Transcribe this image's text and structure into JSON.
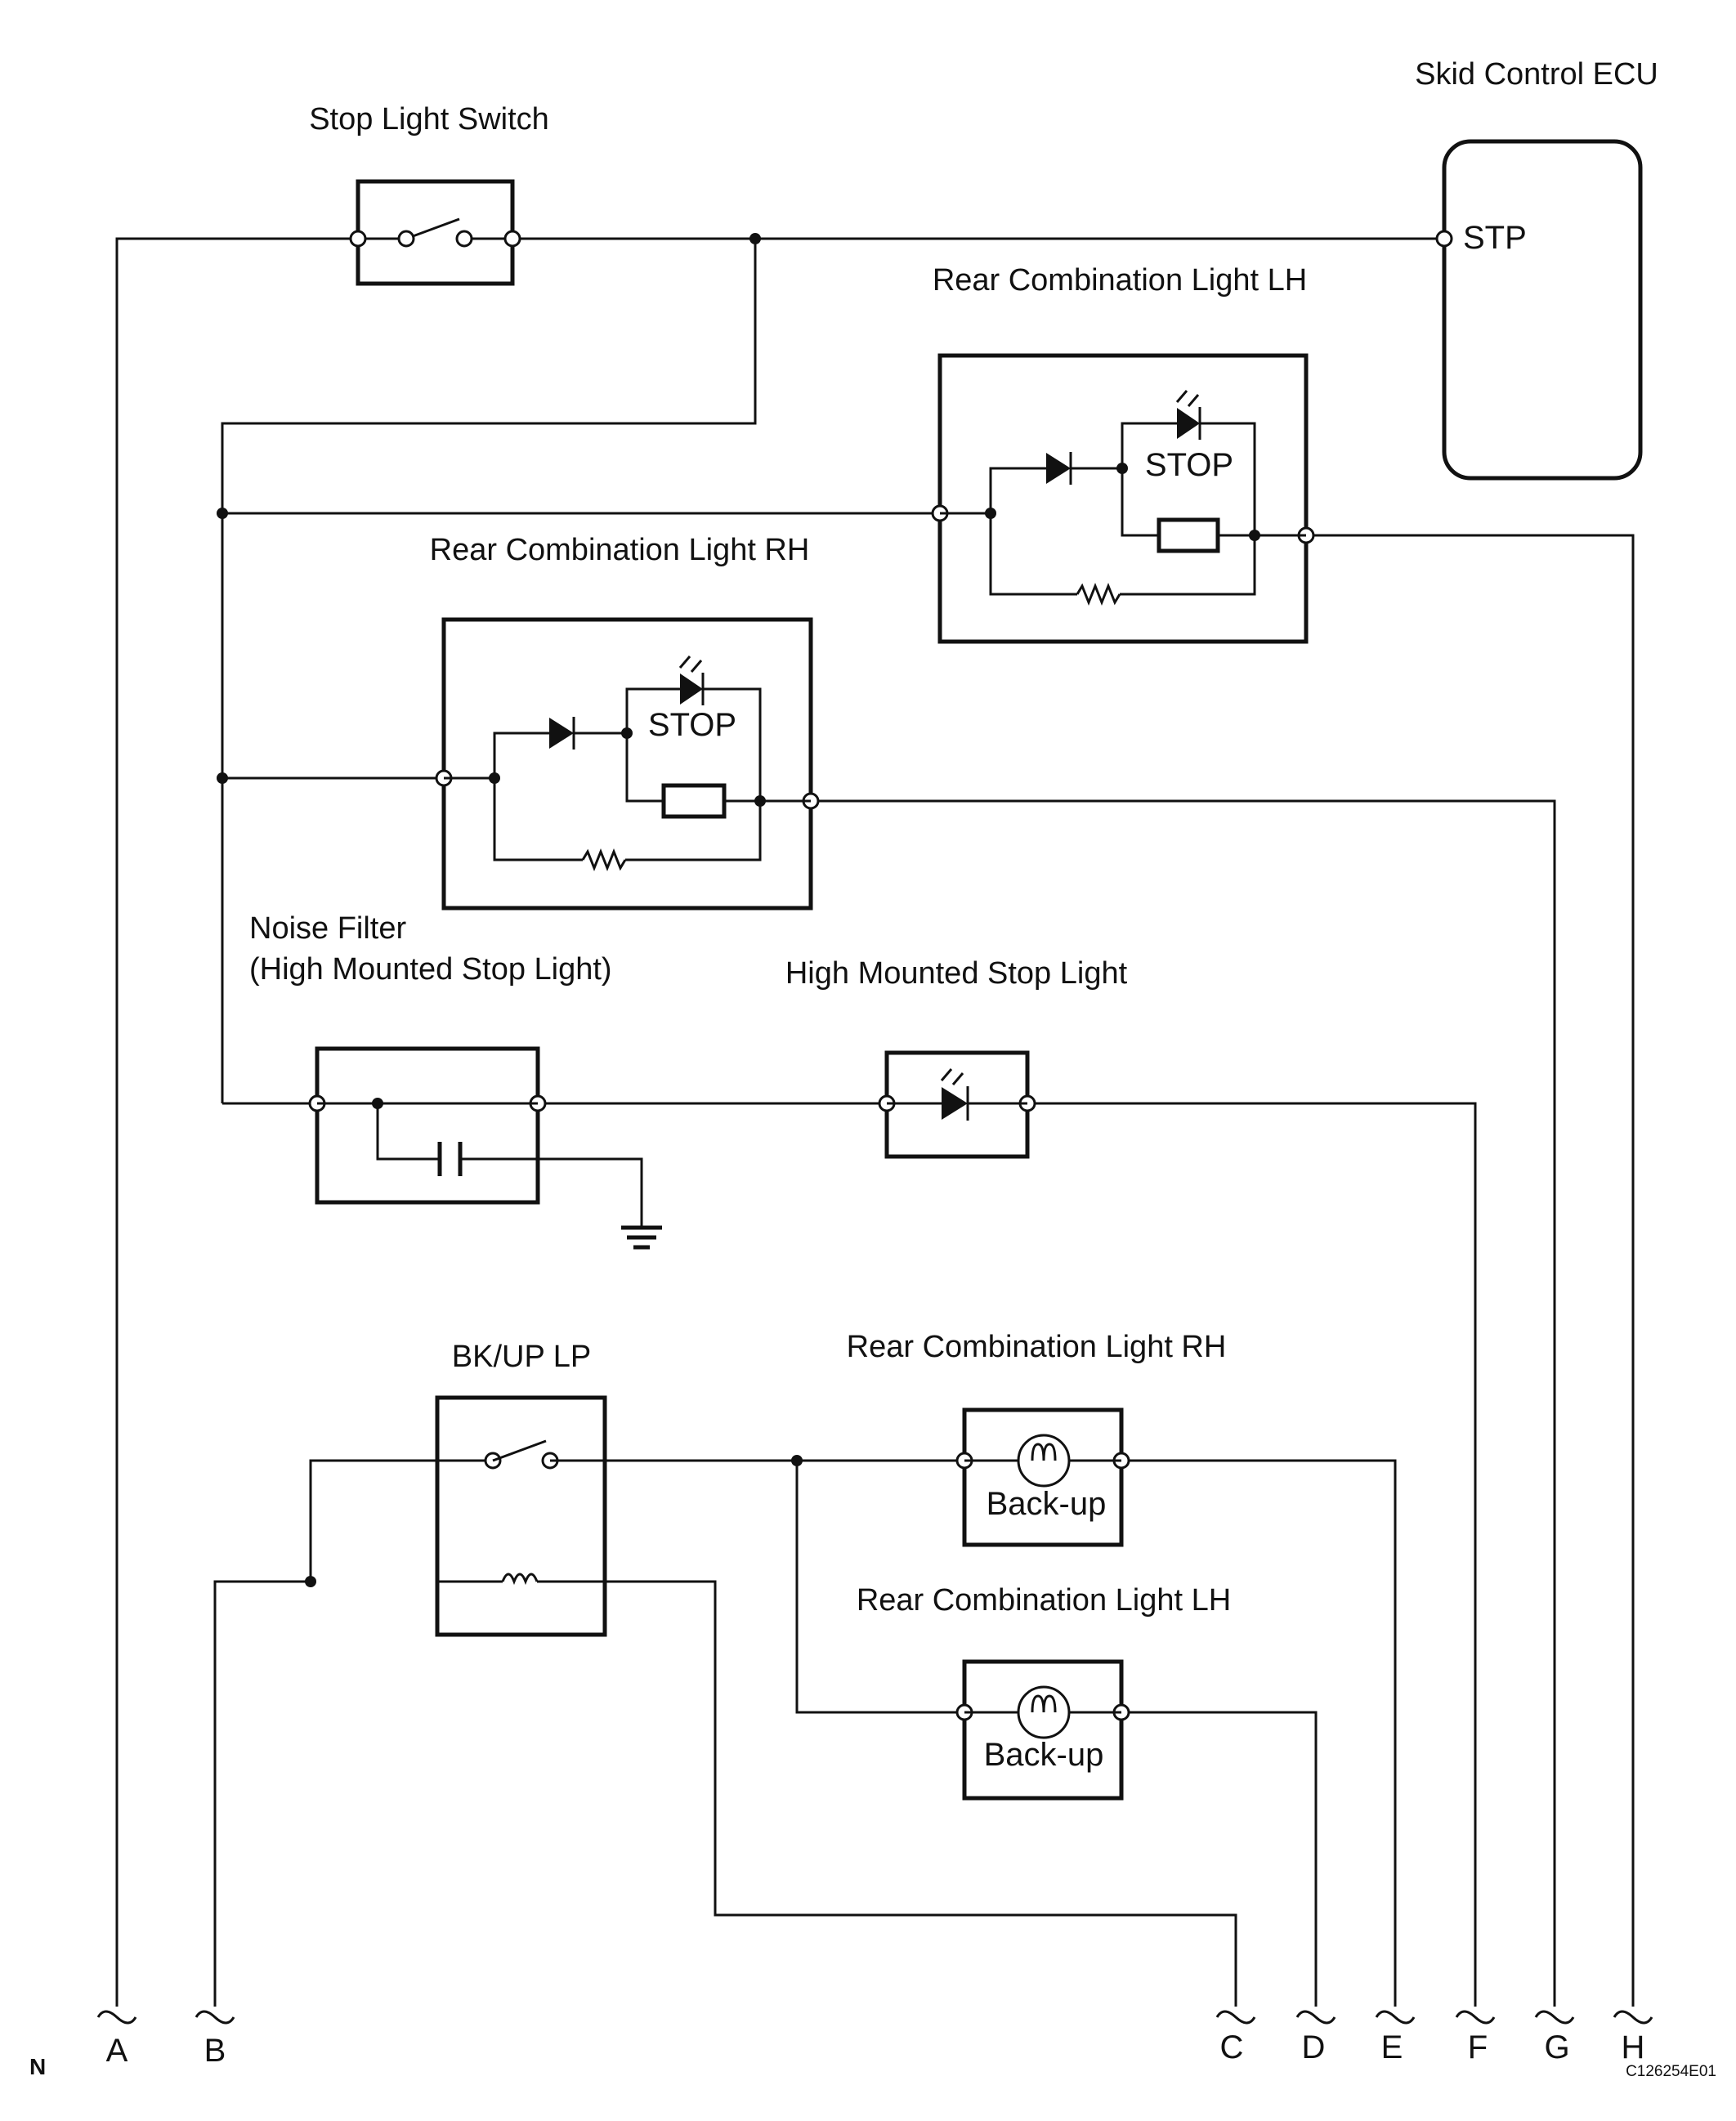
{
  "labels": {
    "skid_ecu": "Skid Control ECU",
    "stp": "STP",
    "stop_switch": "Stop Light Switch",
    "rcl_lh_stop": "Rear Combination Light LH",
    "rcl_rh_stop": "Rear Combination Light RH",
    "stop_lh": "STOP",
    "stop_rh": "STOP",
    "noise_filter_1": "Noise Filter",
    "noise_filter_2": "(High Mounted Stop Light)",
    "hmsl": "High Mounted Stop Light",
    "bkup_relay": "BK/UP LP",
    "rcl_rh_backup": "Rear Combination Light RH",
    "rcl_lh_backup": "Rear Combination Light LH",
    "backup_rh": "Back-up",
    "backup_lh": "Back-up",
    "corner": "N",
    "figure_id": "C126254E01"
  },
  "terminals": [
    "A",
    "B",
    "C",
    "D",
    "E",
    "F",
    "G",
    "H"
  ]
}
